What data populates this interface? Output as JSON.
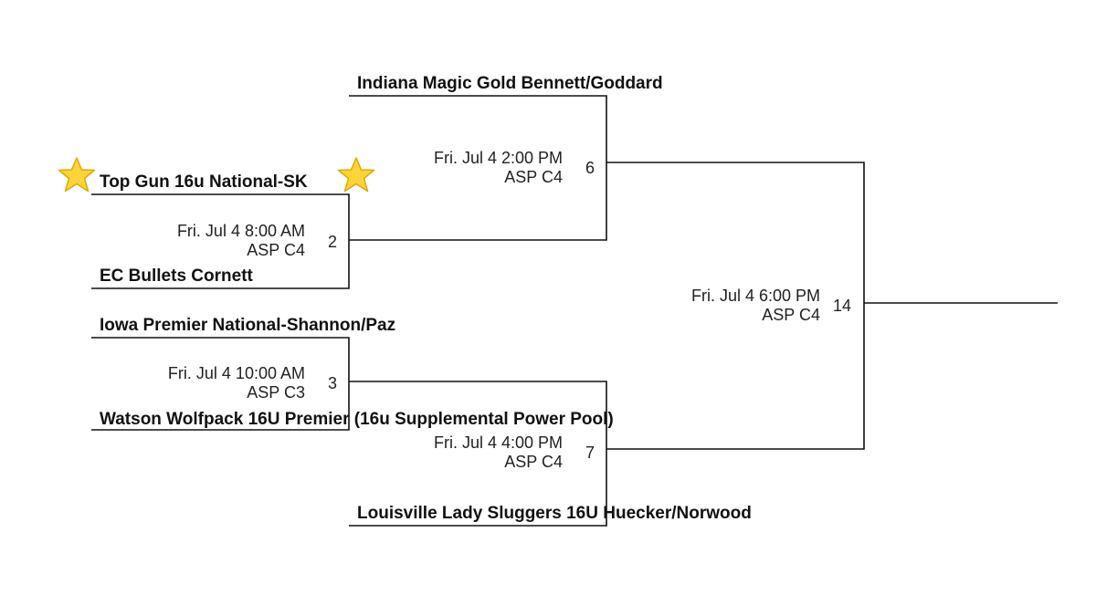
{
  "teams": {
    "top_gun": "Top Gun 16u National-SK",
    "ec_bullets": "EC Bullets Cornett",
    "iowa_premier": "Iowa Premier National-Shannon/Paz",
    "watson_wolfpack": "Watson Wolfpack 16U Premier (16u Supplemental Power Pool)",
    "indiana_magic": "Indiana Magic Gold Bennett/Goddard",
    "louisville": "Louisville Lady Sluggers 16U Huecker/Norwood"
  },
  "games": {
    "g2": {
      "number": "2",
      "time": "Fri. Jul 4 8:00 AM",
      "field": "ASP C4"
    },
    "g3": {
      "number": "3",
      "time": "Fri. Jul 4 10:00 AM",
      "field": "ASP C3"
    },
    "g6": {
      "number": "6",
      "time": "Fri. Jul 4 2:00 PM",
      "field": "ASP C4"
    },
    "g7": {
      "number": "7",
      "time": "Fri. Jul 4 4:00 PM",
      "field": "ASP C4"
    },
    "g14": {
      "number": "14",
      "time": "Fri. Jul 4 6:00 PM",
      "field": "ASP C4"
    }
  },
  "colors": {
    "line": "#111111",
    "star_fill": "#FFD43B",
    "star_stroke": "#E0A800"
  },
  "icons": {
    "highlight": "star-icon"
  }
}
